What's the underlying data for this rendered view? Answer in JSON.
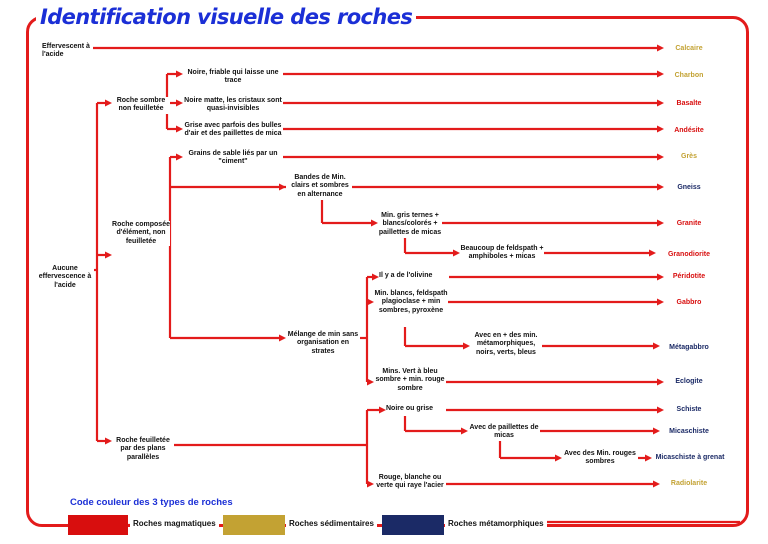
{
  "title": "Identification visuelle des roches",
  "colors": {
    "magmatic": "#d80e0e",
    "sedimentary": "#c3a233",
    "metamorphic": "#1b2a66",
    "lines": "#e31b1b",
    "title": "#1b2fd6"
  },
  "criteria": {
    "effervescent": "Effervescent à l'acide",
    "no_effervescence": "Aucune effervescence à l'acide",
    "dark_not_foliated": "Roche sombre non feuilletée",
    "composite_not_foliated": "Roche composée d'élément, non feuilletée",
    "foliated_parallel": "Roche feuilletée par des plans parallèles",
    "black_friable": "Noire, friable qui laisse une trace",
    "black_matte": "Noire matte, les cristaux sont quasi-invisibles",
    "grey_bubbles": "Grise avec parfois des bulles d'air et des paillettes de mica",
    "sand_grains": "Grains de sable liés par un \"ciment\"",
    "light_dark_bands": "Bandes de Min. clairs et sombres en alternance",
    "grey_white_mica": "Min. gris ternes + blancs/colorés + paillettes de micas",
    "feldspar_amphibole": "Beaucoup de feldspath + amphiboles + micas",
    "unstratified_mix": "Mélange de min sans organisation en strates",
    "olivine": "Il y a de l'olivine",
    "white_plagioclase": "Min. blancs, feldspath plagioclase + min sombres, pyroxène",
    "metamorphic_minerals": "Avec en + des min. métamorphiques, noirs, verts, bleus",
    "green_blue_red": "Mins. Vert à bleu sombre + min. rouge sombre",
    "black_or_grey": "Noire ou grise",
    "mica_flakes": "Avec de paillettes de micas",
    "red_minerals": "Avec des Min. rouges sombres",
    "red_white_green_steel": "Rouge, blanche ou verte qui raye l'acier"
  },
  "rocks": [
    {
      "name": "Calcaire",
      "type": "sedimentary"
    },
    {
      "name": "Charbon",
      "type": "sedimentary"
    },
    {
      "name": "Basalte",
      "type": "magmatic"
    },
    {
      "name": "Andésite",
      "type": "magmatic"
    },
    {
      "name": "Grès",
      "type": "sedimentary"
    },
    {
      "name": "Gneiss",
      "type": "metamorphic"
    },
    {
      "name": "Granite",
      "type": "magmatic"
    },
    {
      "name": "Granodiorite",
      "type": "magmatic"
    },
    {
      "name": "Péridotite",
      "type": "magmatic"
    },
    {
      "name": "Gabbro",
      "type": "magmatic"
    },
    {
      "name": "Métagabbro",
      "type": "metamorphic"
    },
    {
      "name": "Eclogite",
      "type": "metamorphic"
    },
    {
      "name": "Schiste",
      "type": "metamorphic"
    },
    {
      "name": "Micaschiste",
      "type": "metamorphic"
    },
    {
      "name": "Micaschiste à grenat",
      "type": "metamorphic"
    },
    {
      "name": "Radiolarite",
      "type": "sedimentary"
    }
  ],
  "legend": {
    "title": "Code couleur des 3 types de roches",
    "magmatic": "Roches magmatiques",
    "sedimentary": "Roches sédimentaires",
    "metamorphic": "Roches métamorphiques"
  }
}
